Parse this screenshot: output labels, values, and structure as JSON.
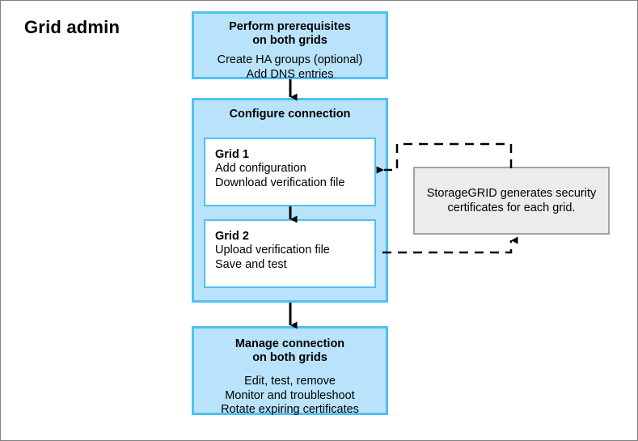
{
  "diagram": {
    "role_label": "Grid admin",
    "colors": {
      "box_fill": "#b9e3fb",
      "box_border": "#4fc0f5",
      "note_fill": "#ececec",
      "note_border": "#a3a3a3",
      "arrow": "#000000",
      "page_border": "#808080",
      "text": "#000000"
    },
    "nodes": {
      "prerequisites": {
        "title": "Perform prerequisites\non both grids",
        "body": "Create HA groups (optional)\nAdd DNS entries"
      },
      "configure": {
        "title": "Configure connection"
      },
      "grid1": {
        "title": "Grid 1",
        "body": "Add configuration\nDownload verification file"
      },
      "grid2": {
        "title": "Grid 2",
        "body": "Upload verification file\nSave and test"
      },
      "manage": {
        "title": "Manage connection\non both grids",
        "body": "Edit, test, remove\nMonitor and troubleshoot\nRotate expiring certificates"
      },
      "note": {
        "text": "StorageGRID generates security\ncertificates for each grid."
      }
    },
    "connectors": [
      {
        "name": "prereq-to-configure",
        "style": "solid",
        "from": "prerequisites",
        "to": "configure"
      },
      {
        "name": "grid1-to-grid2",
        "style": "solid",
        "from": "grid1",
        "to": "grid2"
      },
      {
        "name": "configure-to-manage",
        "style": "solid",
        "from": "configure",
        "to": "manage"
      },
      {
        "name": "note-to-grid1",
        "style": "dashed",
        "from": "note",
        "to": "grid1"
      },
      {
        "name": "grid2-to-note",
        "style": "dashed",
        "from": "grid2",
        "to": "note"
      }
    ]
  }
}
